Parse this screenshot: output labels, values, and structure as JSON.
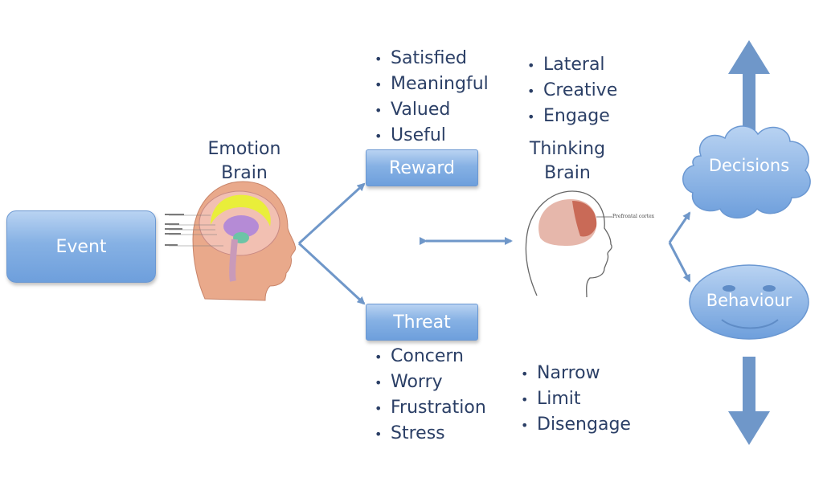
{
  "nodes": {
    "event": "Event",
    "reward": "Reward",
    "threat": "Threat",
    "decisions": "Decisions",
    "behaviour": "Behaviour"
  },
  "labels": {
    "emotion_brain": [
      "Emotion",
      "Brain"
    ],
    "thinking_brain": [
      "Thinking",
      "Brain"
    ],
    "prefrontal_cortex": "Prefrontal cortex"
  },
  "lists": {
    "reward": [
      "Satisfied",
      "Meaningful",
      "Valued",
      "Useful"
    ],
    "thinking_reward": [
      "Lateral",
      "Creative",
      "Engage"
    ],
    "threat": [
      "Concern",
      "Worry",
      "Frustration",
      "Stress"
    ],
    "thinking_threat": [
      "Narrow",
      "Limit",
      "Disengage"
    ]
  },
  "colors": {
    "box_top": "#b9d3f2",
    "box_bottom": "#6e9fdc",
    "arrow": "#6f97c9",
    "text": "#2b3f66"
  }
}
